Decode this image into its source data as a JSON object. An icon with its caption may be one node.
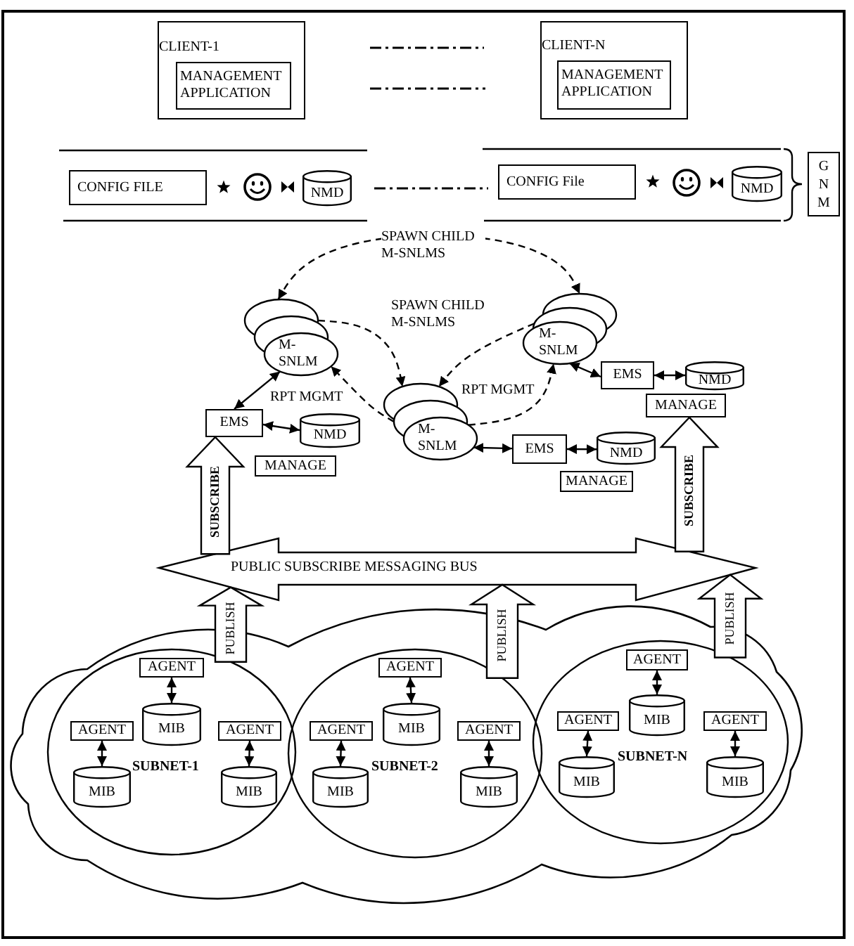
{
  "diagram": {
    "nodes": [
      {
        "text": [
          "CLIENT-1"
        ]
      },
      {
        "text": [
          "MANAGEMENT APPLICATION"
        ],
        "in": 0
      },
      {
        "text": [
          "CLIENT-N"
        ]
      },
      {
        "text": [
          "MANAGEMENT APPLICATION"
        ],
        "in": 2
      },
      {
        "text": [
          "CONFIG FILE"
        ]
      },
      {
        "text": [
          "NMD"
        ]
      },
      {
        "text": [
          "CONFIG File"
        ]
      },
      {
        "text": [
          "NMD"
        ]
      },
      {
        "text": [
          "G N M"
        ]
      },
      {
        "text": [
          "M- SNLM"
        ]
      },
      {
        "text": [
          "M- SNLM"
        ]
      },
      {
        "text": [
          "EMS"
        ]
      },
      {
        "text": [
          "NMD"
        ]
      },
      {
        "text": [
          "MANAGE"
        ]
      },
      {
        "text": [
          "EMS"
        ]
      },
      {
        "text": [
          "NMD"
        ]
      },
      {
        "text": [
          "M- SNLM"
        ]
      },
      {
        "text": [
          "MANAGE"
        ]
      },
      {
        "text": [
          "EMS"
        ]
      },
      {
        "text": [
          "NMD"
        ]
      },
      {
        "text": [
          "MANAGE"
        ]
      },
      {
        "text": [
          "PUBLIC SUBSCRIBE MESSAGING BUS"
        ]
      },
      {
        "text": [],
        "shape": "cloud"
      },
      {
        "text": [
          "SUBNET-1"
        ],
        "in": 22
      },
      {
        "text": [
          "AGENT"
        ],
        "in": 23
      },
      {
        "text": [
          "MIB"
        ],
        "in": 23
      },
      {
        "text": [
          "AGENT"
        ],
        "in": 23
      },
      {
        "text": [
          "AGENT"
        ],
        "in": 23
      },
      {
        "text": [
          "MIB"
        ],
        "in": 23
      },
      {
        "text": [
          "MIB"
        ],
        "in": 23
      },
      {
        "text": [
          "SUBNET-2"
        ],
        "in": 22
      },
      {
        "text": [
          "AGENT"
        ],
        "in": 30
      },
      {
        "text": [
          "MIB"
        ],
        "in": 30
      },
      {
        "text": [
          "AGENT"
        ],
        "in": 30
      },
      {
        "text": [
          "AGENT"
        ],
        "in": 30
      },
      {
        "text": [
          "MIB"
        ],
        "in": 30
      },
      {
        "text": [
          "MIB"
        ],
        "in": 30
      },
      {
        "text": [
          "SUBNET-N"
        ],
        "in": 22
      },
      {
        "text": [
          "AGENT"
        ],
        "in": 37
      },
      {
        "text": [
          "MIB"
        ],
        "in": 37
      },
      {
        "text": [
          "AGENT"
        ],
        "in": 37
      },
      {
        "text": [
          "AGENT"
        ],
        "in": 37
      },
      {
        "text": [
          "MIB"
        ],
        "in": 37
      },
      {
        "text": [
          "MIB"
        ],
        "in": 37
      }
    ],
    "edges": [
      {
        "from": 9,
        "to": 10,
        "arrow": "both",
        "style": "dashed",
        "label": "SPAWN CHILD M-SNLMS"
      },
      {
        "from": 9,
        "to": 16,
        "arrow": "to",
        "style": "dashed",
        "label": "SPAWN CHILD M-SNLMS"
      },
      {
        "from": 10,
        "to": 16,
        "arrow": "to",
        "style": "dashed"
      },
      {
        "from": 16,
        "to": 9,
        "arrow": "to",
        "style": "dashed",
        "label": "RPT MGMT"
      },
      {
        "from": 16,
        "to": 10,
        "arrow": "to",
        "style": "dashed",
        "label": "RPT MGMT"
      },
      {
        "from": 9,
        "to": 14,
        "arrow": "both"
      },
      {
        "from": 14,
        "to": 15,
        "arrow": "both"
      },
      {
        "from": 10,
        "to": 11,
        "arrow": "both"
      },
      {
        "from": 11,
        "to": 12,
        "arrow": "both"
      },
      {
        "from": 16,
        "to": 18,
        "arrow": "both"
      },
      {
        "from": 18,
        "to": 19,
        "arrow": "both"
      },
      {
        "from": 21,
        "to": 14,
        "arrow": "to",
        "style": "thick",
        "label": "SUBSCRIBE"
      },
      {
        "from": 21,
        "to": 13,
        "arrow": "to",
        "style": "thick",
        "label": "SUBSCRIBE"
      },
      {
        "from": 23,
        "to": 21,
        "arrow": "to",
        "style": "thick",
        "label": "PUBLISH"
      },
      {
        "from": 30,
        "to": 21,
        "arrow": "to",
        "style": "thick",
        "label": "PUBLISH"
      },
      {
        "from": 37,
        "to": 21,
        "arrow": "to",
        "style": "thick",
        "label": "PUBLISH"
      },
      {
        "from": 24,
        "to": 25,
        "arrow": "both"
      },
      {
        "from": 26,
        "to": 28,
        "arrow": "both"
      },
      {
        "from": 27,
        "to": 29,
        "arrow": "both"
      },
      {
        "from": 31,
        "to": 32,
        "arrow": "both"
      },
      {
        "from": 33,
        "to": 35,
        "arrow": "both"
      },
      {
        "from": 34,
        "to": 36,
        "arrow": "both"
      },
      {
        "from": 38,
        "to": 39,
        "arrow": "both"
      },
      {
        "from": 40,
        "to": 42,
        "arrow": "both"
      },
      {
        "from": 41,
        "to": 43,
        "arrow": "both"
      }
    ]
  }
}
